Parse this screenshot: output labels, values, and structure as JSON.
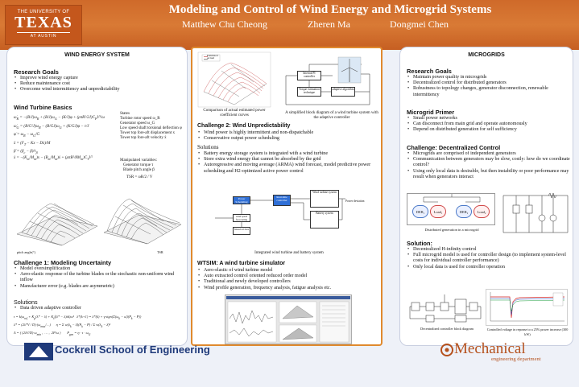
{
  "header": {
    "logo_univ": "THE UNIVERSITY OF",
    "logo_texas": "TEXAS",
    "logo_austin": "AT AUSTIN",
    "title": "Modeling and Control of Wind Energy and Microgrid Systems",
    "authors": [
      "Matthew Chu Cheong",
      "Zheren Ma",
      "Dongmei Chen"
    ]
  },
  "left": {
    "section_title": "WIND ENERGY SYSTEM",
    "research_goals_title": "Research Goals",
    "research_goals": [
      "Improve wind energy capture",
      "Reduce maintenance cost",
      "Overcome wind intermittency and unpredictability"
    ],
    "basics_title": "Wind Turbine Basics",
    "states_title": "States",
    "states": [
      "Turbine rotor speed ω_R",
      "Generator speed ω_G",
      "Low speed shaft torsional deflection φ",
      "Tower top fore-aft displacement x",
      "Tower top fore-aft velocity ẋ"
    ],
    "manip_title": "Manipulated variables:",
    "manip": [
      "Generator torque τ",
      "Blade pitch angle β"
    ],
    "tsr_label": "TSR = ωR/2 / V",
    "plot_axis_label": "pitch angle(°)",
    "plot_axis_label2": "TSR",
    "challenge1_title": "Challenge 1:  Modeling Uncertainty",
    "challenge1": [
      "Model oversimplification",
      "Aero-elastic response of the turbine blades or the stochastic non-uniform wind inflow",
      "Manufacturer error (e.g. blades are asymmetric)"
    ],
    "solutions_title": "Solutions",
    "solutions": [
      "Data driven adaptive controller"
    ]
  },
  "middle": {
    "legend_items": [
      "Estimated",
      "Actual"
    ],
    "fig1_caption": "Comparison of actual estimated power coefficient curves",
    "fig2_caption": "A simplified block diagram of a wind turbine system with the adaptive controller",
    "block_labels": [
      "Internal PI controller",
      "Torque estimation technique",
      "adaptive algorithm"
    ],
    "challenge2_title": "Challenge 2:  Wind Unpredictability",
    "challenge2": [
      "Wind power is highly intermittent and non-dispatchable",
      "Conservative output power scheduling"
    ],
    "solutions_title": "Solutions",
    "solutions": [
      "Battery energy storage system is integrated with a wind turbine",
      "Store extra wind energy that cannot be absorbed by the grid",
      "Autoregressive and moving average (ARMA) wind forecast, model predictive power scheduling and H2-optimized active power control"
    ],
    "fig3_labels": [
      "Power Scheduling",
      "Real-time controller",
      "Wind turbine system",
      "Battery system",
      "Power deviation",
      "wind speed forecasting",
      "historical data"
    ],
    "fig3_caption": "Integrated wind turbine and battery system",
    "wtsim_title": "WTSIM:  A wind turbine simulator",
    "wtsim": [
      "Aero-elastic of wind turbine model",
      "Auto extracted control oriented reduced order model",
      "Traditional and newly developed controllers",
      "Wind profile generation, frequency analysis, fatigue analysis etc."
    ]
  },
  "right": {
    "section_title": "MICROGRIDS",
    "research_goals_title": "Research Goals",
    "research_goals": [
      "Maintain power quality in microgrids",
      "Decentralized control for distributed generators",
      "Robustness to topology changes, generator disconnection, renewable intermittency"
    ],
    "primer_title": "Microgrid Primer",
    "primer": [
      "Small power networks",
      "Can disconnect from main grid and operate autonomously",
      "Depend on distributed generation for self sufficiency"
    ],
    "challenge_title": "Challenge: Decentralized Control",
    "challenge": [
      "Microgrids are comprised of independent generators",
      "Communication between generators may be slow, costly: how do we coordinate control?",
      "Using only local data is desirable, but then instability or poor performance may result when generators interact"
    ],
    "node_labels": [
      "DER₁",
      "Load₁",
      "DER₂",
      "Load₂"
    ],
    "diagram_caption": "Distributed generation in a microgrid",
    "solution_title": "Solution:",
    "solution": [
      "Decentralized H-infinity control",
      "Full microgrid model is used for controller design (to implement system-level costs for individual controller performance)",
      "Only local data is used for controller operation"
    ],
    "caption_left": "Decentralized controller block diagram",
    "caption_right": "Controlled voltage in reponse to a 25% power increase (300 kW)"
  },
  "footer": {
    "cockrell": "Cockrell School of Engineering",
    "mech": "Mechanical",
    "mech_sub": "engineering department"
  },
  "colors": {
    "header_orange": "#d2702e",
    "panel_border": "#e08a2e",
    "brand_blue": "#1f3a7a",
    "der_blue": "#4a78c8",
    "load_red": "#d04848"
  }
}
